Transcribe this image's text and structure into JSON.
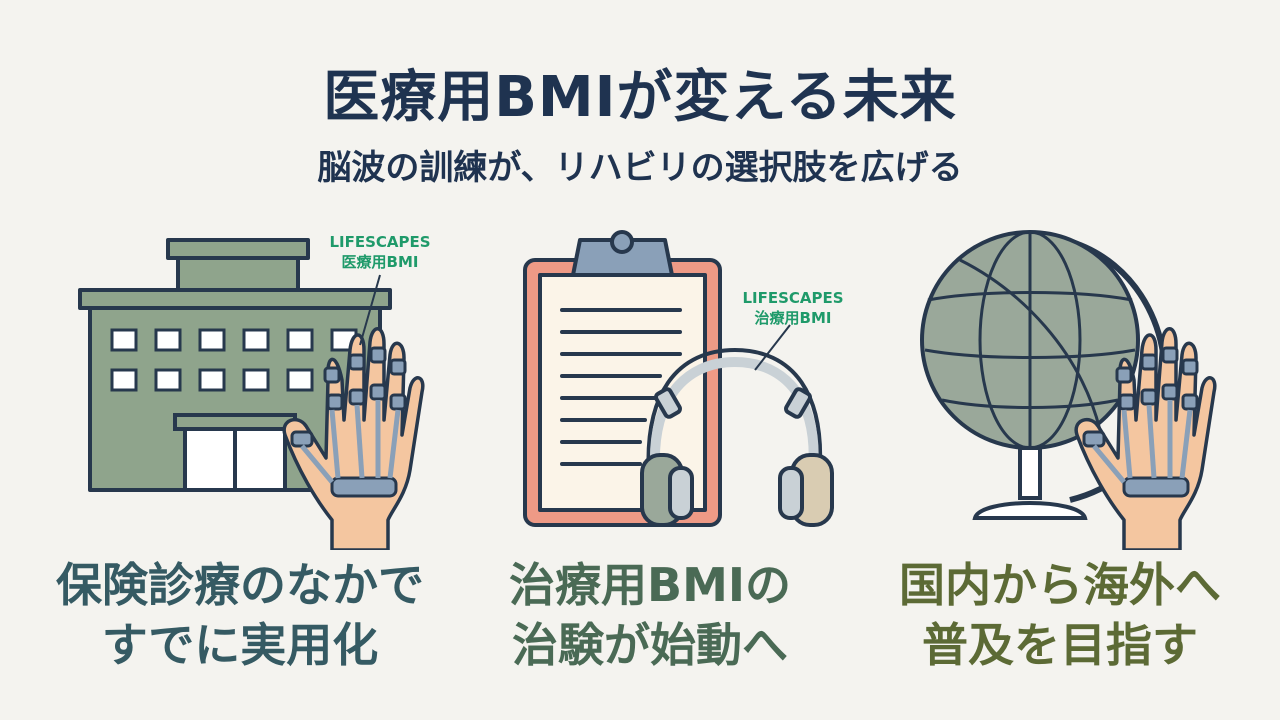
{
  "header": {
    "title": "医療用BMIが変える未来",
    "subtitle": "脳波の訓練が、リハビリの選択肢を広げる"
  },
  "panels": [
    {
      "illustration": "hospital-with-glove-icon",
      "tag_line1": "LIFESCAPES",
      "tag_line2": "医療用BMI",
      "caption_line1": "保険診療のなかで",
      "caption_line2": "すでに実用化"
    },
    {
      "illustration": "clipboard-headphones-icon",
      "tag_line1": "LIFESCAPES",
      "tag_line2": "治療用BMI",
      "caption_line1": "治療用BMIの",
      "caption_line2": "治験が始動へ"
    },
    {
      "illustration": "globe-with-glove-icon",
      "caption_line1": "国内から海外へ",
      "caption_line2": "普及を目指す"
    }
  ],
  "colors": {
    "navy": "#1f3350",
    "teal": "#355a63",
    "green": "#4a6a55",
    "olive": "#5c6a35",
    "tag_green": "#1f9a6a",
    "building": "#8fa48c",
    "skin": "#f4c6a0",
    "device": "#8aa0b8"
  }
}
